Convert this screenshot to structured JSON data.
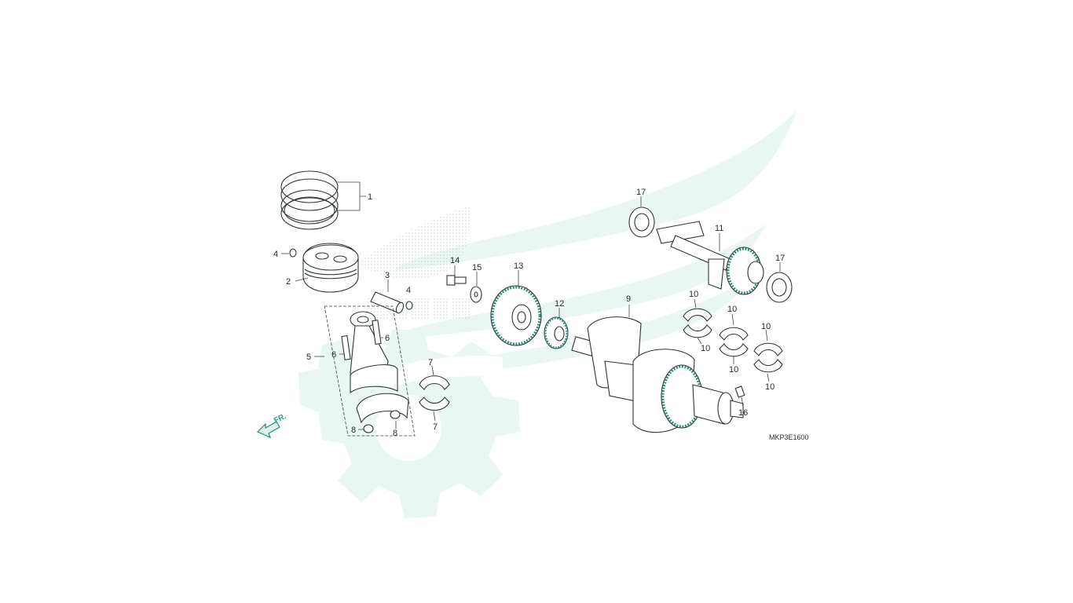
{
  "diagram": {
    "code": "MKP3E1600",
    "front_arrow_label": "FR.",
    "callouts": [
      {
        "id": "c1",
        "text": "1"
      },
      {
        "id": "c2",
        "text": "2"
      },
      {
        "id": "c3",
        "text": "3"
      },
      {
        "id": "c4a",
        "text": "4"
      },
      {
        "id": "c4b",
        "text": "4"
      },
      {
        "id": "c5",
        "text": "5"
      },
      {
        "id": "c6a",
        "text": "6"
      },
      {
        "id": "c6b",
        "text": "6"
      },
      {
        "id": "c7a",
        "text": "7"
      },
      {
        "id": "c7b",
        "text": "7"
      },
      {
        "id": "c8a",
        "text": "8"
      },
      {
        "id": "c8b",
        "text": "8"
      },
      {
        "id": "c9",
        "text": "9"
      },
      {
        "id": "c10a",
        "text": "10"
      },
      {
        "id": "c10b",
        "text": "10"
      },
      {
        "id": "c10c",
        "text": "10"
      },
      {
        "id": "c10d",
        "text": "10"
      },
      {
        "id": "c10e",
        "text": "10"
      },
      {
        "id": "c10f",
        "text": "10"
      },
      {
        "id": "c11",
        "text": "11"
      },
      {
        "id": "c12",
        "text": "12"
      },
      {
        "id": "c13",
        "text": "13"
      },
      {
        "id": "c14",
        "text": "14"
      },
      {
        "id": "c15",
        "text": "15"
      },
      {
        "id": "c16",
        "text": "16"
      },
      {
        "id": "c17a",
        "text": "17"
      },
      {
        "id": "c17b",
        "text": "17"
      }
    ]
  }
}
